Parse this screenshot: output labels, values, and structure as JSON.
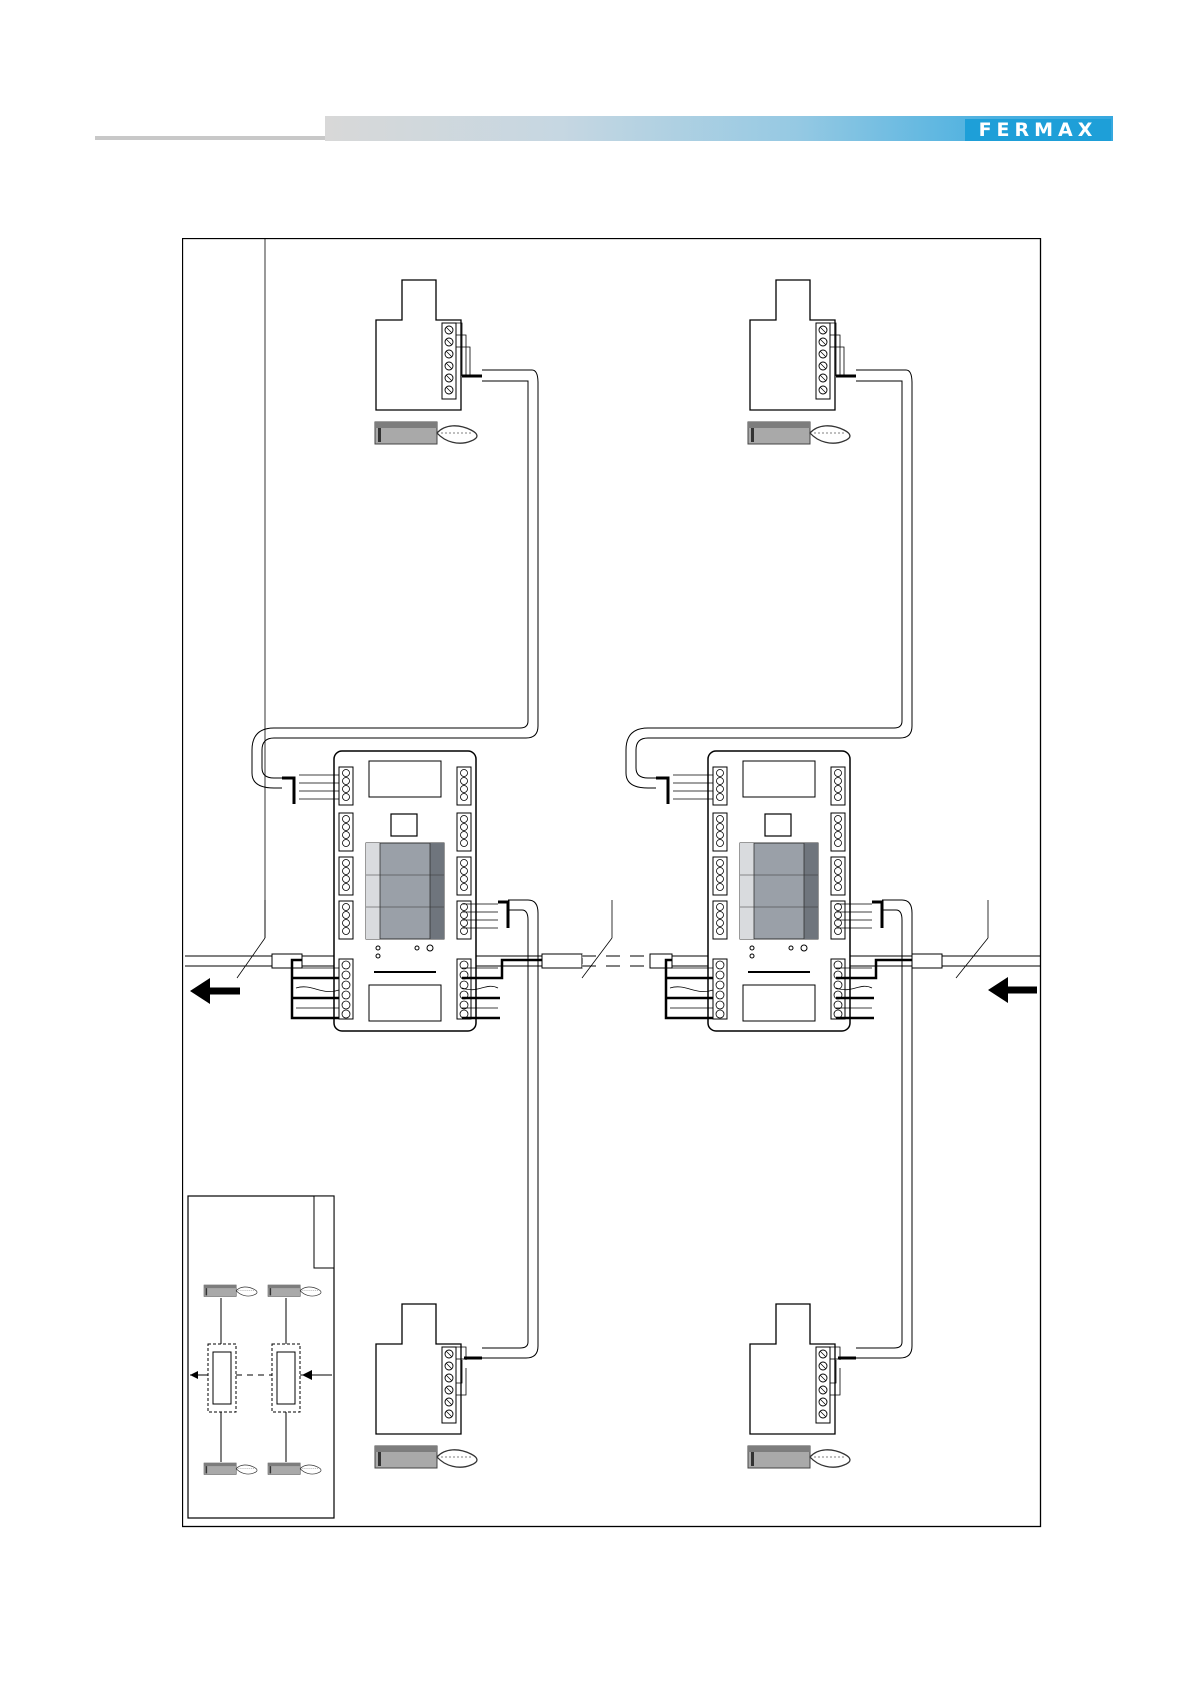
{
  "header": {
    "brand": "FERMAX",
    "colors": {
      "bar_start": "#d8d8d8",
      "bar_end": "#35a8df",
      "logo_bg": "#1e9fd8"
    }
  },
  "diagram": {
    "panels": 4,
    "distributors": 2,
    "icons": [
      "telephone-handset-icon",
      "arrow-left-icon",
      "distributor-unit-icon"
    ]
  }
}
